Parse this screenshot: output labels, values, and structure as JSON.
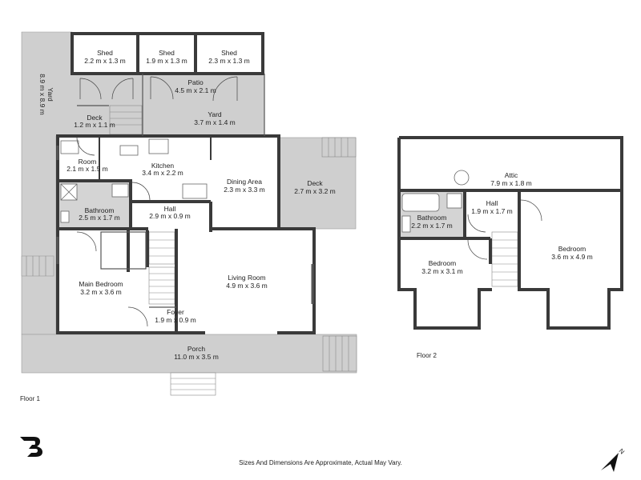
{
  "floors": {
    "floor1": "Floor 1",
    "floor2": "Floor 2"
  },
  "rooms": {
    "shed1": {
      "name": "Shed",
      "dims": "2.2 m x 1.3 m"
    },
    "shed2": {
      "name": "Shed",
      "dims": "1.9 m x 1.3 m"
    },
    "shed3": {
      "name": "Shed",
      "dims": "2.3 m x 1.3 m"
    },
    "patio": {
      "name": "Patio",
      "dims": "4.5 m x 2.1 m"
    },
    "yard_small": {
      "name": "Yard",
      "dims": "3.7 m x 1.4 m"
    },
    "yard_big": {
      "name": "Yard",
      "dims": "8.9 m x 8.9 m"
    },
    "deck_small": {
      "name": "Deck",
      "dims": "1.2 m x 1.1 m"
    },
    "room": {
      "name": "Room",
      "dims": "2.1 m x 1.5 m"
    },
    "kitchen": {
      "name": "Kitchen",
      "dims": "3.4 m x 2.2 m"
    },
    "dining": {
      "name": "Dining Area",
      "dims": "2.3 m x 3.3 m"
    },
    "deck_big": {
      "name": "Deck",
      "dims": "2.7 m x 3.2 m"
    },
    "bathroom1": {
      "name": "Bathroom",
      "dims": "2.5 m x 1.7 m"
    },
    "hall1": {
      "name": "Hall",
      "dims": "2.9 m x 0.9 m"
    },
    "main_bedroom": {
      "name": "Main Bedroom",
      "dims": "3.2 m x 3.6 m"
    },
    "living": {
      "name": "Living Room",
      "dims": "4.9 m x 3.6 m"
    },
    "foyer": {
      "name": "Foyer",
      "dims": "1.9 m x 0.9 m"
    },
    "porch": {
      "name": "Porch",
      "dims": "11.0 m x 3.5 m"
    },
    "attic": {
      "name": "Attic",
      "dims": "7.9 m x 1.8 m"
    },
    "bathroom2": {
      "name": "Bathroom",
      "dims": "2.2 m x 1.7 m"
    },
    "hall2": {
      "name": "Hall",
      "dims": "1.9 m x 1.7 m"
    },
    "bedroom_a": {
      "name": "Bedroom",
      "dims": "3.2 m x 3.1 m"
    },
    "bedroom_b": {
      "name": "Bedroom",
      "dims": "3.6 m x 4.9 m"
    }
  },
  "disclaimer": "Sizes And Dimensions Are Approximate, Actual May Vary.",
  "compass_label": "N",
  "colors": {
    "wall": "#3a3a3a",
    "outdoor": "#cfcfcf",
    "bath": "#d4d4d4",
    "floor": "#ffffff"
  }
}
